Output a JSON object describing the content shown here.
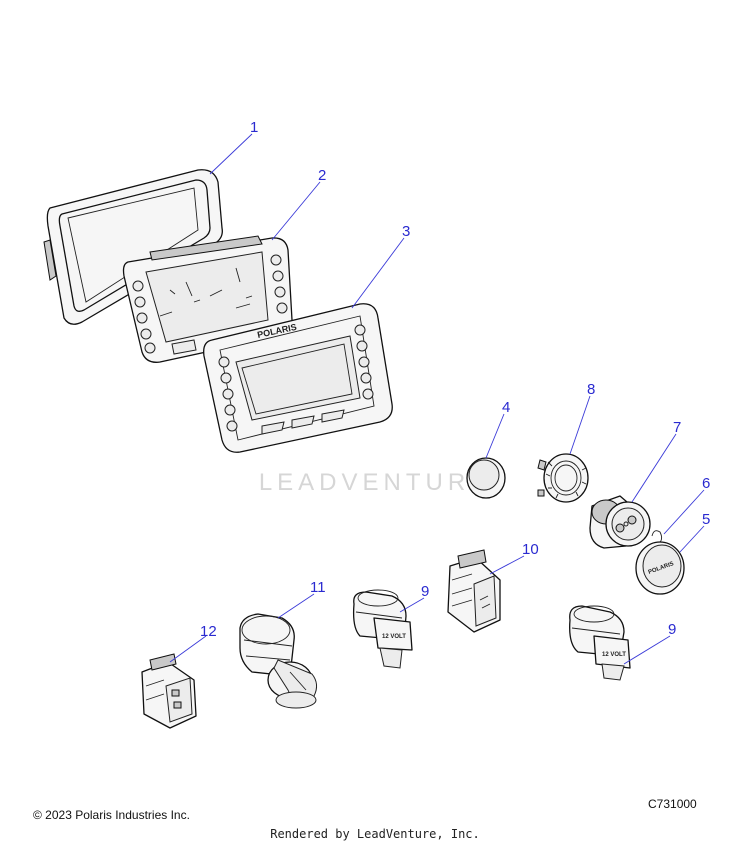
{
  "callouts": {
    "c1": "1",
    "c2": "2",
    "c3": "3",
    "c4": "4",
    "c5": "5",
    "c6": "6",
    "c7": "7",
    "c8": "8",
    "c9a": "9",
    "c9b": "9",
    "c10": "10",
    "c11": "11",
    "c12": "12"
  },
  "display_logo": "POLARIS",
  "cap_logo": "POLARIS",
  "outlet_label": "12 VOLT",
  "watermark": "LEADVENTURE",
  "copyright": "© 2023 Polaris Industries Inc.",
  "figure_code": "C731000",
  "rendered_by": "Rendered by LeadVenture, Inc.",
  "colors": {
    "callout": "#2a2ad0",
    "leader": "#3a3ad8",
    "watermark": "#d6d6d6"
  }
}
